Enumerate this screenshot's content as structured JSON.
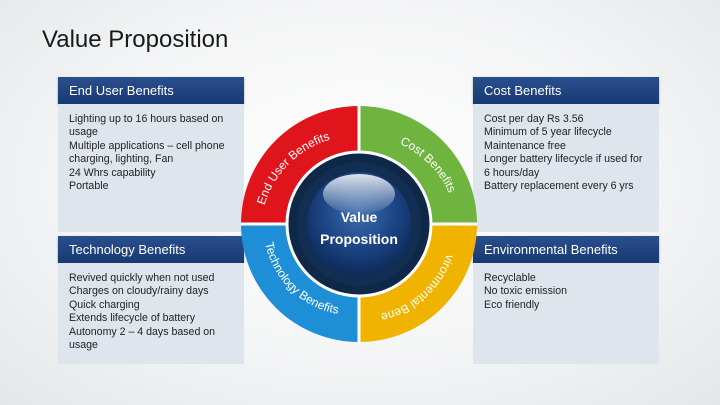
{
  "title": "Value Proposition",
  "center_label": [
    "Value",
    "Proposition"
  ],
  "wheel": {
    "segments": [
      {
        "label": "End User Benefits",
        "color": "#e0151b"
      },
      {
        "label": "Cost Benefits",
        "color": "#6eb43f"
      },
      {
        "label": "Environmental Benefits",
        "color": "#f0b400"
      },
      {
        "label": "Technology Benefits",
        "color": "#1e8fd6"
      }
    ]
  },
  "panels": {
    "end_user": {
      "heading": "End User Benefits",
      "items": [
        "Lighting up to 16 hours based on usage",
        "Multiple applications – cell phone charging, lighting, Fan",
        "24 Whrs capability",
        "Portable"
      ]
    },
    "cost": {
      "heading": "Cost Benefits",
      "items": [
        "Cost per day Rs 3.56",
        "Minimum of 5 year lifecycle",
        "Maintenance free",
        "Longer battery lifecycle if used for 6 hours/day",
        "Battery replacement every 6 yrs"
      ]
    },
    "technology": {
      "heading": "Technology Benefits",
      "items": [
        "Revived quickly when not used",
        "Charges on cloudy/rainy days",
        "Quick charging",
        "Extends lifecycle of battery",
        "Autonomy 2 – 4 days based on usage"
      ]
    },
    "environmental": {
      "heading": "Environmental Benefits",
      "items": [
        "Recyclable",
        "No toxic emission",
        "Eco friendly"
      ]
    }
  }
}
